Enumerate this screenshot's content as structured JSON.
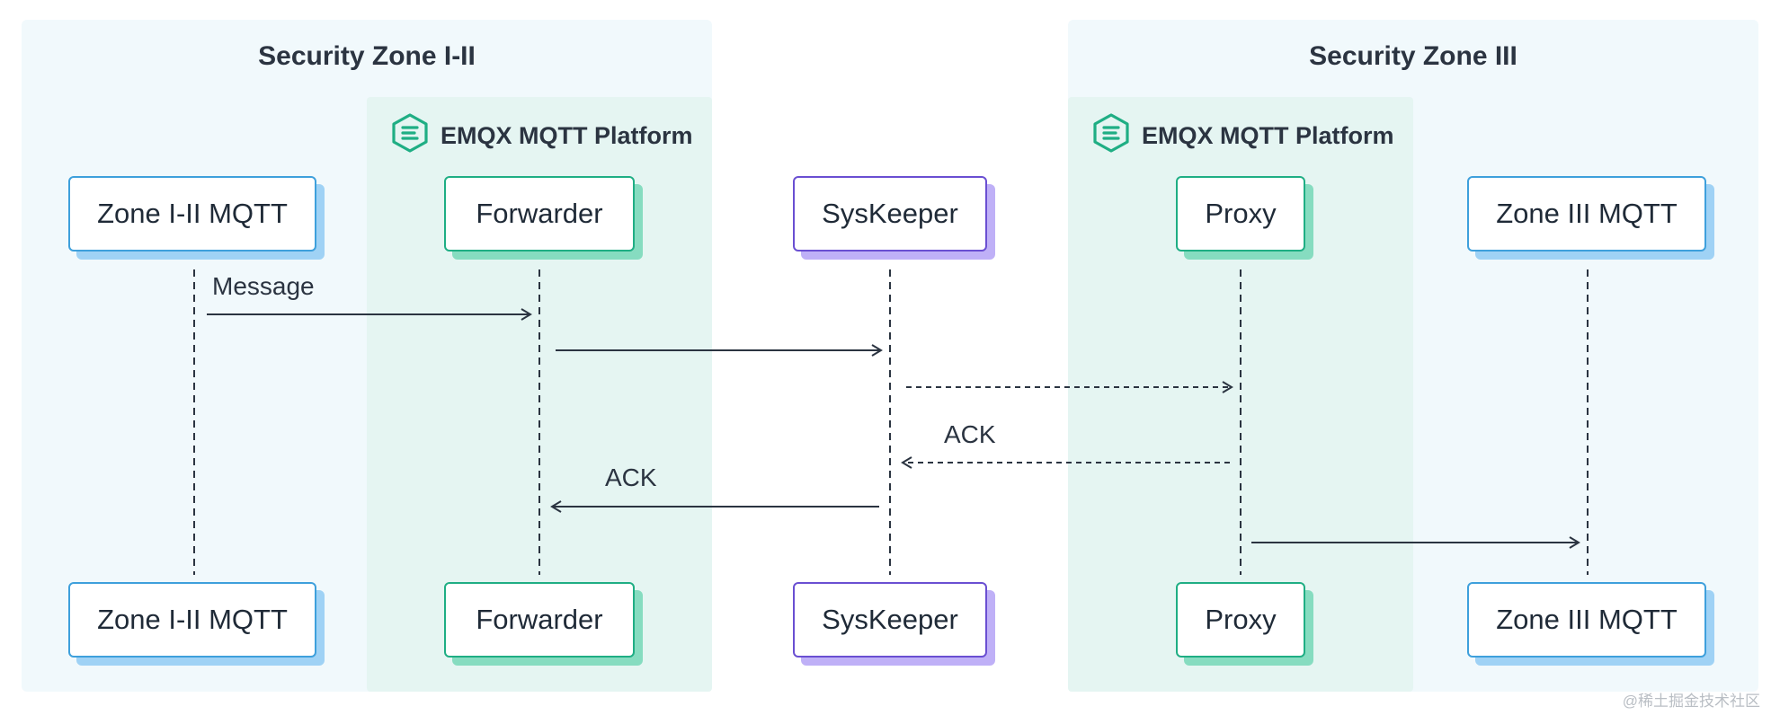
{
  "zones": {
    "left_title": "Security Zone I-II",
    "right_title": "Security Zone III"
  },
  "platform_label": "EMQX MQTT Platform",
  "participants": {
    "zone12": "Zone I-II MQTT",
    "forwarder": "Forwarder",
    "syskeeper": "SysKeeper",
    "proxy": "Proxy",
    "zone3": "Zone III MQTT"
  },
  "messages": {
    "message": "Message",
    "ack_proxy": "ACK",
    "ack_forwarder": "ACK"
  },
  "colors": {
    "zone_bg": "#f1f9fc",
    "platform_bg": "#e5f5f2",
    "blue": "#3ea0dc",
    "green": "#1fae84",
    "purple": "#6a4fd2"
  },
  "icons": {
    "platform": "emqx-hexagon-icon"
  },
  "watermark": "@稀土掘金技术社区"
}
